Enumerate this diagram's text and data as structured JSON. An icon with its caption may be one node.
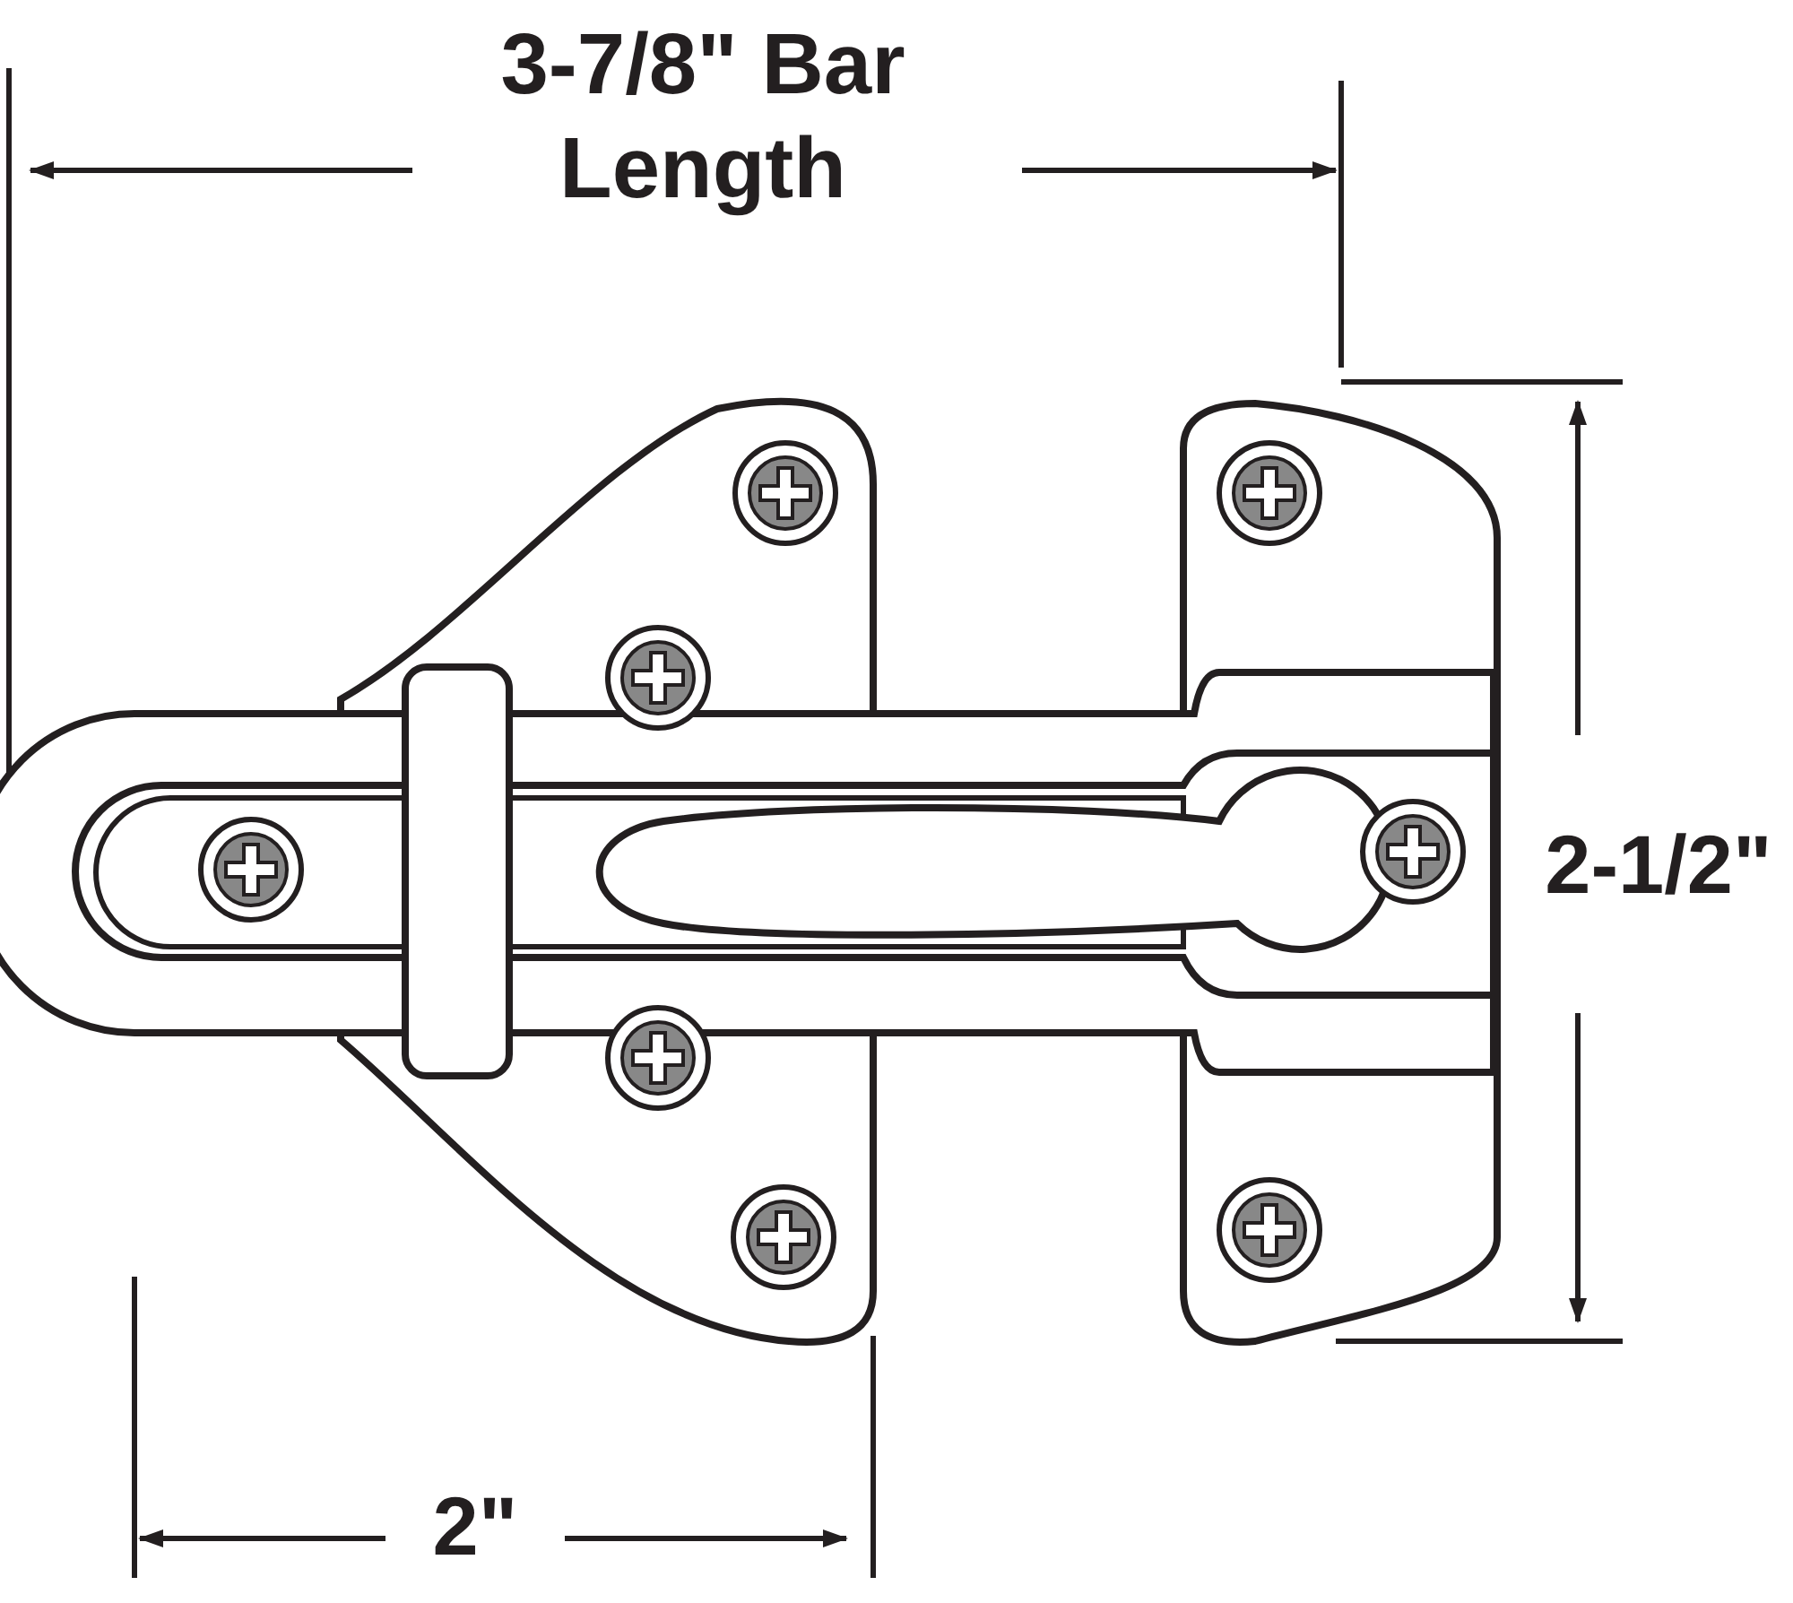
{
  "diagram": {
    "labels": [
      "3-7/8\" Bar Length",
      "2-1/2\"",
      "2\""
    ]
  }
}
